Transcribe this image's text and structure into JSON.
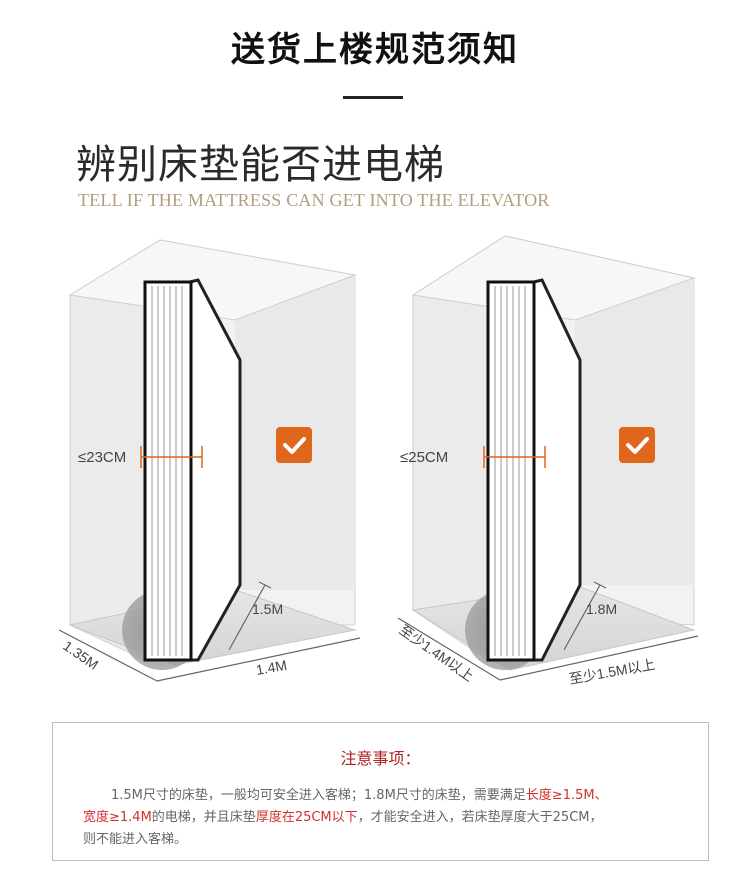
{
  "header": {
    "title": "送货上楼规范须知",
    "heading_cn": "辨别床垫能否进电梯",
    "heading_en": "TELL IF THE MATTRESS CAN GET INTO THE ELEVATOR"
  },
  "illustrations": [
    {
      "thickness_label": "≤23CM",
      "mattress_length_label": "1.5M",
      "elevator_depth_label": "1.35M",
      "elevator_width_label": "1.4M",
      "check_icon": "checkmark-icon",
      "check_color": "#e0661c"
    },
    {
      "thickness_label": "≤25CM",
      "mattress_length_label": "1.8M",
      "elevator_depth_label": "至少1.4M以上",
      "elevator_width_label": "至少1.5M以上",
      "check_icon": "checkmark-icon",
      "check_color": "#e0661c"
    }
  ],
  "notice": {
    "title": "注意事项：",
    "line1_a": "1.5M尺寸的床垫，一般均可安全进入客梯；1.8M尺寸的床垫，需要满足",
    "hl1": "长度≥1.5M、",
    "hl2": "宽度≥1.4M",
    "line2_b": "的电梯，并且床垫",
    "hl3": "厚度在25CM以下",
    "line2_c": "，才能安全进入，若床垫厚度大于25CM，",
    "line3": "则不能进入客梯。"
  },
  "colors": {
    "accent_orange": "#e0661c",
    "notice_red": "#b22222",
    "highlight_red": "#d0312d",
    "english_gold": "#b49c80"
  }
}
